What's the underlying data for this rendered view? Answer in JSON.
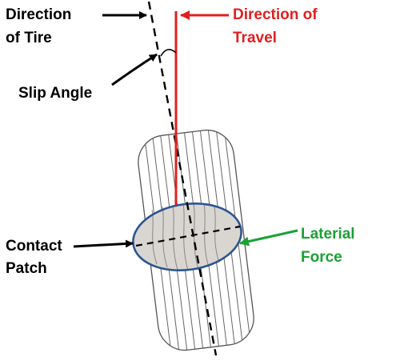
{
  "labels": {
    "direction_of_tire_1": "Direction",
    "direction_of_tire_2": "of Tire",
    "direction_of_travel_1": "Direction of",
    "direction_of_travel_2": "Travel",
    "slip_angle": "Slip Angle",
    "contact_patch_1": "Contact",
    "contact_patch_2": "Patch",
    "lateral_force_1": "Laterial",
    "lateral_force_2": "Force"
  },
  "colors": {
    "travel": "#e02020",
    "force": "#1aa035",
    "patch_outline": "#2c5590",
    "patch_fill": "#d9d6d2",
    "text": "#000000"
  }
}
